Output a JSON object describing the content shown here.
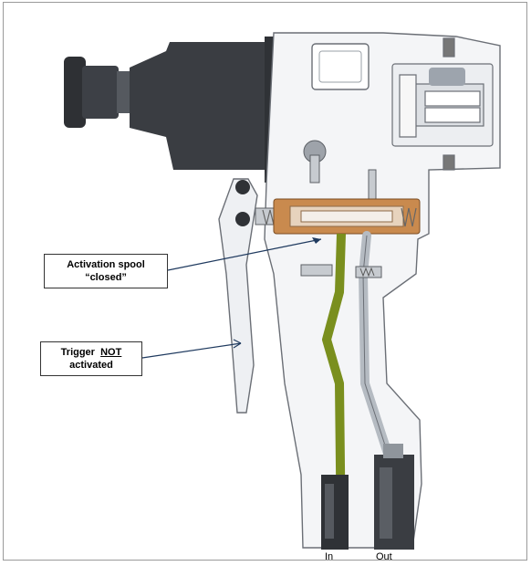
{
  "callouts": {
    "spool": {
      "line1": "Activation spool",
      "line2": "“closed”"
    },
    "trigger": {
      "word1": "Trigger",
      "word2": "NOT",
      "line2": "activated"
    }
  },
  "ports": {
    "in": "In",
    "out": "Out"
  },
  "colors": {
    "body": "#f4f5f7",
    "outline": "#6b6f76",
    "motor": "#3a3d42",
    "spool": "#c98a4e",
    "flow": "#7a8f1e",
    "frame": "#9a9a9a"
  }
}
